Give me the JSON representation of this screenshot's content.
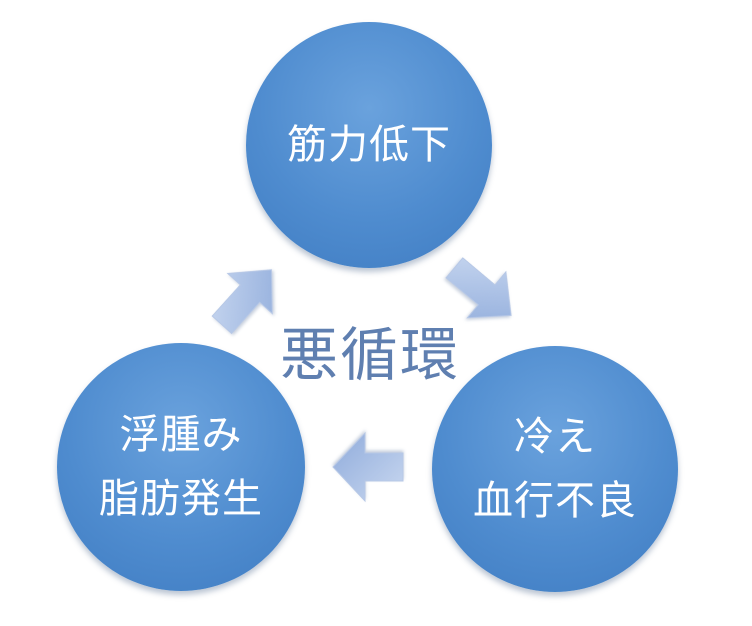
{
  "diagram": {
    "center_label": "悪循環",
    "nodes": {
      "top": {
        "line1": "筋力低下"
      },
      "right": {
        "line1": "冷え",
        "line2": "血行不良"
      },
      "left": {
        "line1": "浮腫み",
        "line2": "脂肪発生"
      }
    },
    "colors": {
      "node_fill": "#4f8ccf",
      "arrow_fill": "#a9c0e6",
      "center_text": "#5f7fb0"
    }
  }
}
